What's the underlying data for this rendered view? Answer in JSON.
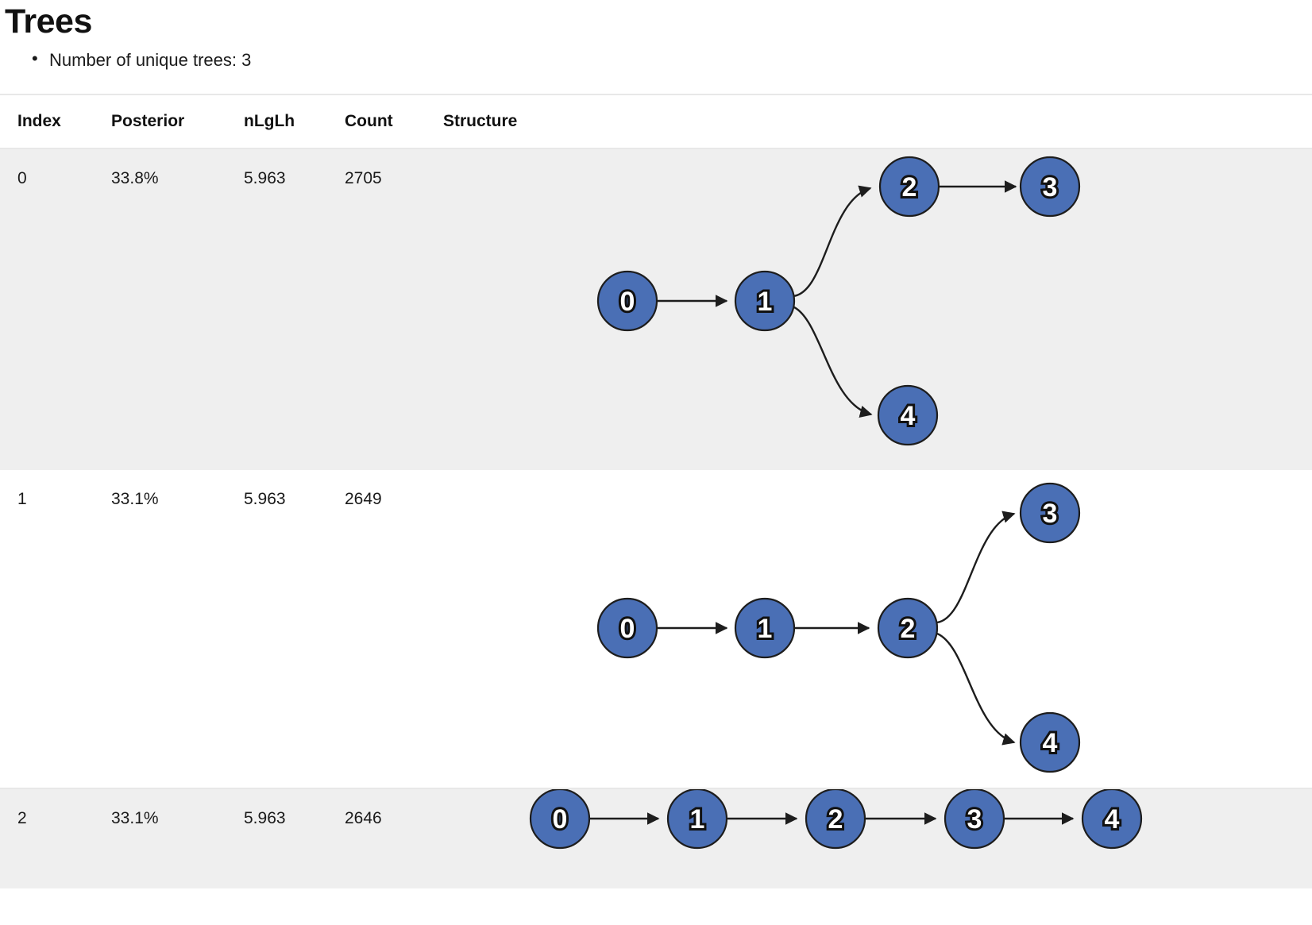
{
  "page": {
    "title": "Trees",
    "summary_bullets": [
      "Number of unique trees: 3"
    ]
  },
  "table": {
    "columns": [
      "Index",
      "Posterior",
      "nLgLh",
      "Count",
      "Structure"
    ],
    "rows": [
      {
        "index": "0",
        "posterior": "33.8%",
        "nlglh": "5.963",
        "count": "2705",
        "structure": {
          "nodes": [
            "0",
            "1",
            "2",
            "3",
            "4"
          ],
          "edges": [
            [
              "0",
              "1"
            ],
            [
              "1",
              "2"
            ],
            [
              "2",
              "3"
            ],
            [
              "1",
              "4"
            ]
          ]
        }
      },
      {
        "index": "1",
        "posterior": "33.1%",
        "nlglh": "5.963",
        "count": "2649",
        "structure": {
          "nodes": [
            "0",
            "1",
            "2",
            "3",
            "4"
          ],
          "edges": [
            [
              "0",
              "1"
            ],
            [
              "1",
              "2"
            ],
            [
              "2",
              "3"
            ],
            [
              "2",
              "4"
            ]
          ]
        }
      },
      {
        "index": "2",
        "posterior": "33.1%",
        "nlglh": "5.963",
        "count": "2646",
        "structure": {
          "nodes": [
            "0",
            "1",
            "2",
            "3",
            "4"
          ],
          "edges": [
            [
              "0",
              "1"
            ],
            [
              "1",
              "2"
            ],
            [
              "2",
              "3"
            ],
            [
              "3",
              "4"
            ]
          ]
        }
      }
    ]
  },
  "style_colors": {
    "node_fill": "#4a6fb5",
    "node_stroke": "#1d1d1d",
    "node_label": "#ffffff",
    "row_striped_bg": "#efefef",
    "row_plain_bg": "#ffffff",
    "rule": "#e8e8e8"
  },
  "node_labels": {
    "n0": "0",
    "n1": "1",
    "n2": "2",
    "n3": "3",
    "n4": "4"
  }
}
